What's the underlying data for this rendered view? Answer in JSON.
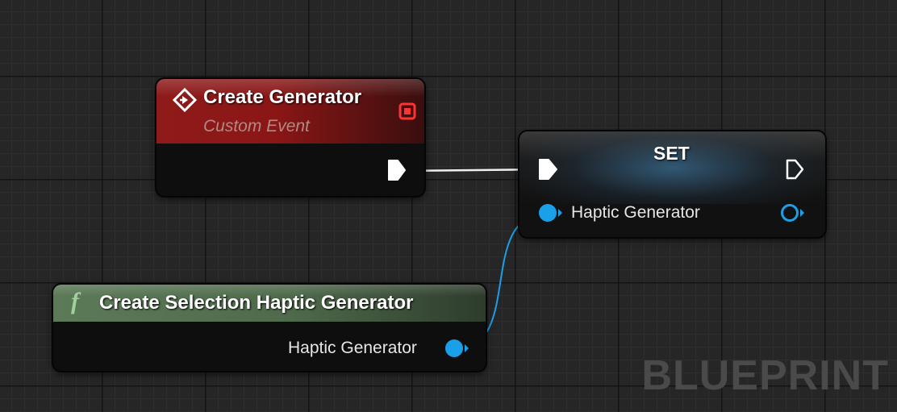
{
  "graph": {
    "watermark": "BLUEPRINT",
    "colors": {
      "event_header": "#8e1a1a",
      "function_header": "#5c7a58",
      "object_pin": "#1aa0e8",
      "exec_pin": "#ffffff"
    }
  },
  "event_node": {
    "title": "Create Generator",
    "subtitle": "Custom Event",
    "icon": "custom-event-icon",
    "delegate_icon": "delegate-pin-icon",
    "exec_out_icon": "exec-pin-icon"
  },
  "set_node": {
    "title": "SET",
    "pin_label": "Haptic Generator",
    "exec_in_icon": "exec-pin-icon",
    "exec_out_icon": "exec-pin-icon",
    "object_in_icon": "object-pin-icon",
    "object_out_icon": "object-pin-icon"
  },
  "func_node": {
    "title": "Create Selection Haptic Generator",
    "icon": "function-icon",
    "icon_glyph": "f",
    "pin_label": "Haptic Generator",
    "object_out_icon": "object-pin-icon"
  }
}
